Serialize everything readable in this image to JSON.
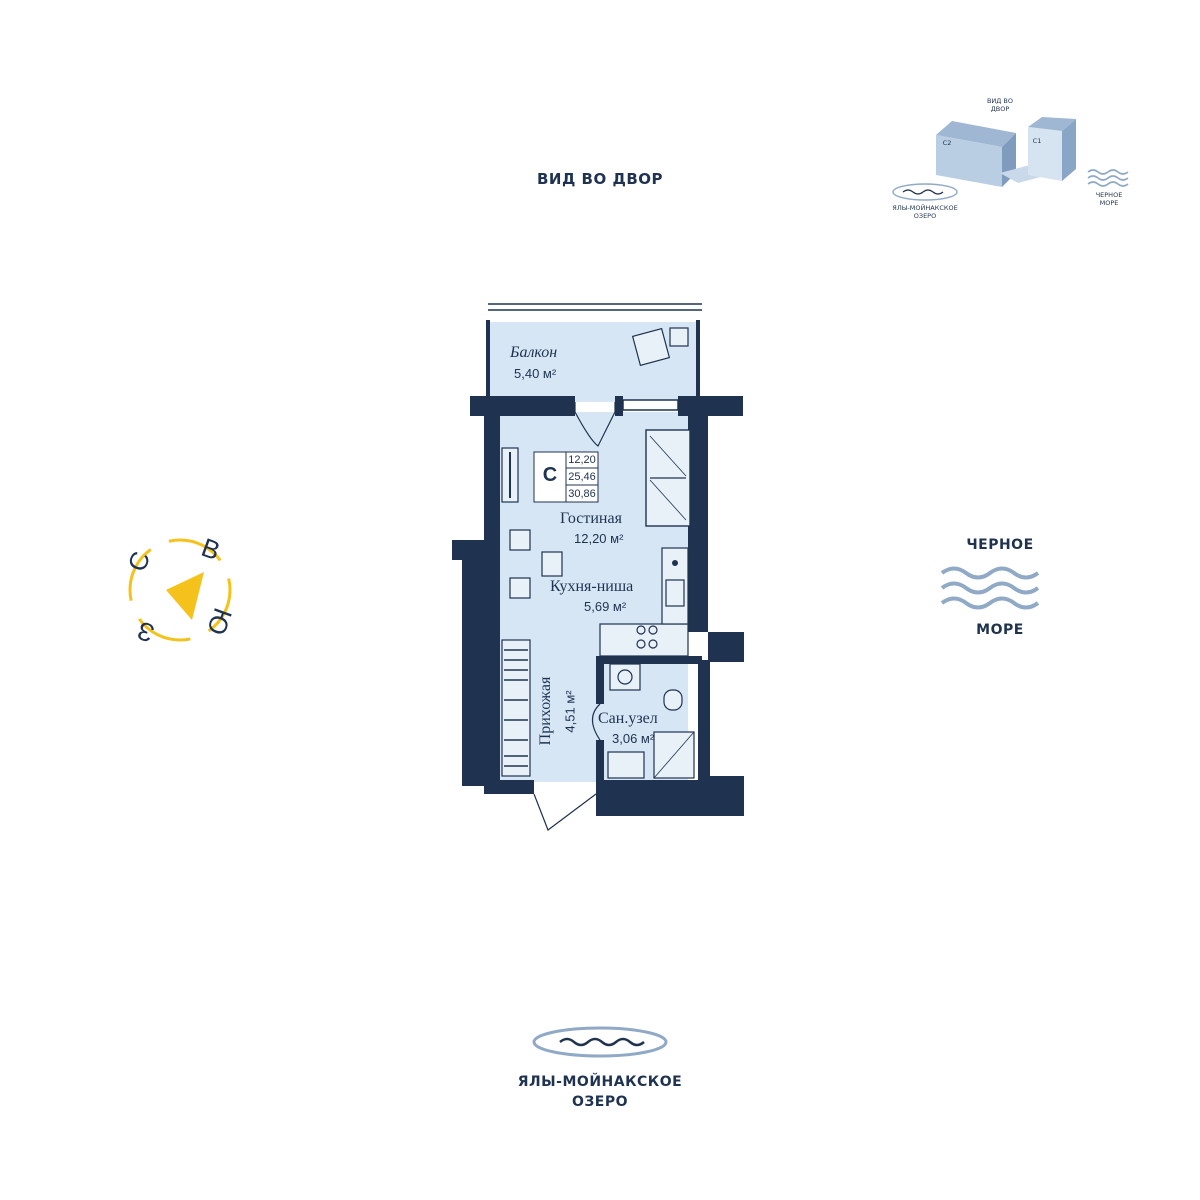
{
  "view_top": "ВИД ВО ДВОР",
  "sea": {
    "line1": "ЧЕРНОЕ",
    "line2": "МОРЕ"
  },
  "lake": {
    "line1": "ЯЛЫ-МОЙНАКСКОЕ",
    "line2": "ОЗЕРО"
  },
  "compass": {
    "n": "С",
    "e": "В",
    "s": "Ю",
    "w": "З",
    "accent": "#f5c21b"
  },
  "minimap": {
    "view": "ВИД ВО ДВОР",
    "section_left": "С2",
    "section_right": "С1",
    "lake": "ЯЛЫ-МОЙНАКСКОЕ ОЗЕРО",
    "sea": "ЧЕРНОЕ МОРЕ"
  },
  "plan": {
    "wall_color": "#1f3350",
    "floor_color": "#d7e6f5",
    "type_letter": "С",
    "areas": [
      "12,20",
      "25,46",
      "30,86"
    ],
    "rooms": {
      "balcony": {
        "name": "Балкон",
        "area": "5,40 м²"
      },
      "living": {
        "name": "Гостиная",
        "area": "12,20 м²"
      },
      "kitchen": {
        "name": "Кухня-ниша",
        "area": "5,69 м²"
      },
      "hall": {
        "name": "Прихожая",
        "area": "4,51 м²"
      },
      "bath": {
        "name": "Сан.узел",
        "area": "3,06 м²"
      }
    }
  }
}
